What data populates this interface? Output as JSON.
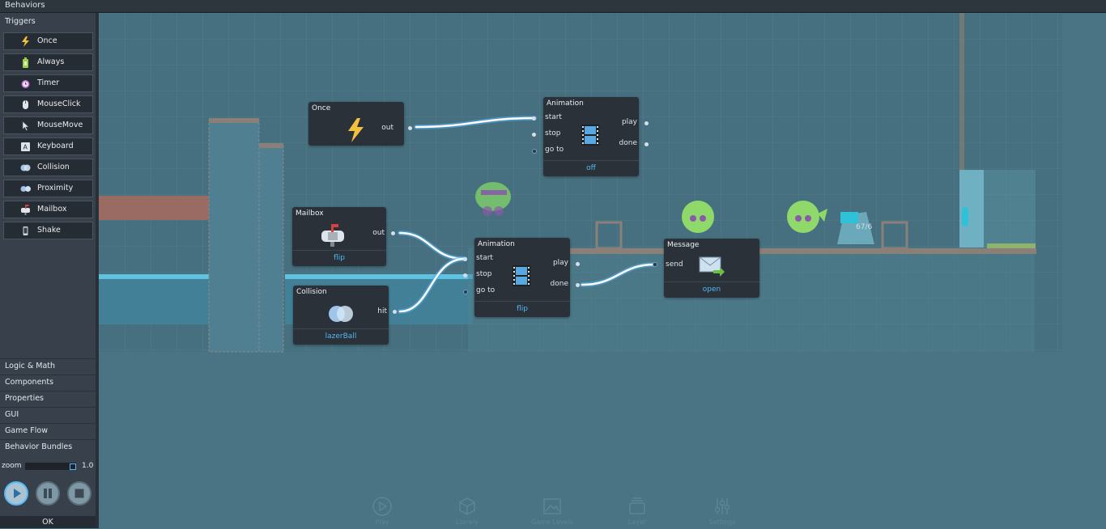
{
  "app": {
    "title": "Behaviors"
  },
  "sidebar": {
    "section": "Triggers",
    "triggers": [
      {
        "label": "Once",
        "icon": "lightning-icon",
        "color": "#f2c23a"
      },
      {
        "label": "Always",
        "icon": "battery-icon",
        "color": "#9bd14a"
      },
      {
        "label": "Timer",
        "icon": "alarm-clock-icon",
        "color": "#c46ad8"
      },
      {
        "label": "MouseClick",
        "icon": "mouse-icon",
        "color": "#dfe4ea"
      },
      {
        "label": "MouseMove",
        "icon": "cursor-icon",
        "color": "#dfe4ea"
      },
      {
        "label": "Keyboard",
        "icon": "key-icon",
        "color": "#dfe4ea"
      },
      {
        "label": "Collision",
        "icon": "collision-icon",
        "color": "#9fc6e8"
      },
      {
        "label": "Proximity",
        "icon": "proximity-icon",
        "color": "#9fc6e8"
      },
      {
        "label": "Mailbox",
        "icon": "mailbox-icon",
        "color": "#d84040"
      },
      {
        "label": "Shake",
        "icon": "phone-icon",
        "color": "#cfd6de"
      }
    ],
    "categories": [
      "Logic & Math",
      "Components",
      "Properties",
      "GUI",
      "Game Flow",
      "Behavior Bundles"
    ],
    "zoom": {
      "label": "zoom",
      "value": "1.0"
    },
    "ok_label": "OK"
  },
  "nodes": {
    "once": {
      "title": "Once",
      "out": "out"
    },
    "animation_top": {
      "title": "Animation",
      "inputs": [
        "start",
        "stop",
        "go to"
      ],
      "outputs": [
        "play",
        "done"
      ],
      "footer": "off"
    },
    "mailbox": {
      "title": "Mailbox",
      "out": "out",
      "footer": "flip"
    },
    "collision": {
      "title": "Collision",
      "out": "hit",
      "footer": "lazerBall"
    },
    "animation_mid": {
      "title": "Animation",
      "inputs": [
        "start",
        "stop",
        "go to"
      ],
      "outputs": [
        "play",
        "done"
      ],
      "footer": "flip"
    },
    "message": {
      "title": "Message",
      "input": "send",
      "footer": "open"
    }
  },
  "scene": {
    "counter": "67/6"
  },
  "dock": [
    "Play",
    "Library",
    "Game Levels",
    "Layer",
    "Settings"
  ],
  "colors": {
    "accent": "#53b8f5",
    "wire": "#ffffff",
    "wire_glow": "#4ea8e8",
    "node_bg": "#2a3138"
  }
}
